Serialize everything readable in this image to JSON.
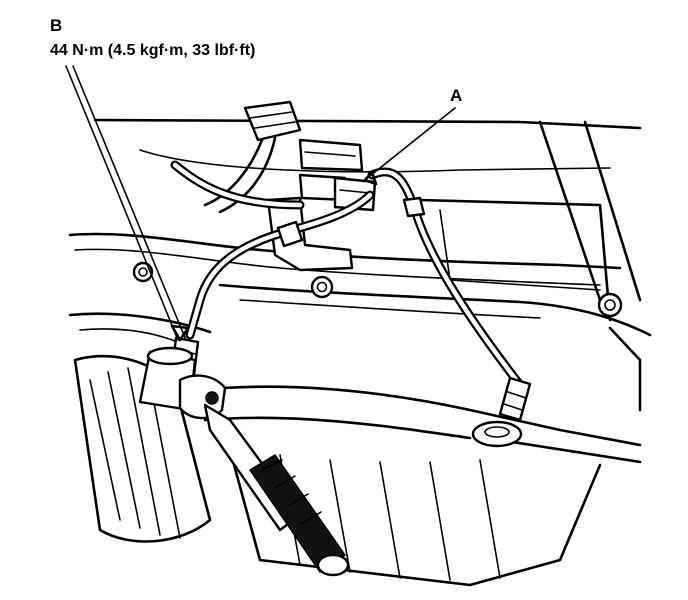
{
  "callouts": {
    "b_letter": "B",
    "b_torque": "44 N·m (4.5 kgf·m, 33 lbf·ft)",
    "a_letter": "A"
  },
  "colors": {
    "ink": "#000000",
    "paper": "#ffffff"
  }
}
